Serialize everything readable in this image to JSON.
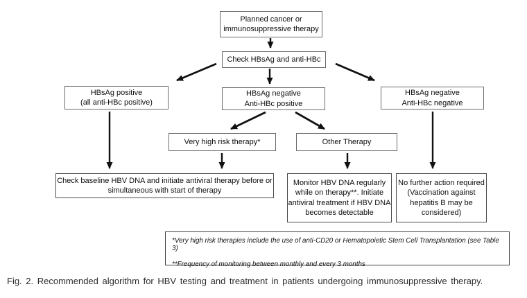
{
  "figure": {
    "caption": "Fig. 2. Recommended algorithm for HBV testing and treatment in patients undergoing immunosuppressive therapy."
  },
  "flowchart": {
    "nodes": {
      "planned": {
        "lines": [
          "Planned cancer or",
          "immunosuppressive therapy"
        ]
      },
      "check": {
        "lines": [
          "Check HBsAg and anti-HBc"
        ]
      },
      "hbsag_pos": {
        "lines": [
          "HBsAg positive",
          "(all anti-HBc positive)"
        ]
      },
      "neg_pos": {
        "lines": [
          "HBsAg negative",
          "Anti-HBc positive"
        ]
      },
      "neg_neg": {
        "lines": [
          "HBsAg negative",
          "Anti-HBc negative"
        ]
      },
      "very_high": {
        "lines": [
          "Very high risk therapy*"
        ]
      },
      "other": {
        "lines": [
          "Other Therapy"
        ]
      },
      "baseline": {
        "lines": [
          "Check baseline HBV DNA and initiate antiviral therapy before or",
          "simultaneous with start of therapy"
        ]
      },
      "monitor": {
        "lines": [
          "Monitor HBV DNA regularly",
          "while on therapy**.  Initiate",
          "antiviral treatment if HBV DNA",
          "becomes detectable"
        ]
      },
      "no_action": {
        "lines": [
          "No further action required",
          "(Vaccination against",
          "hepatitis B may be",
          "considered)"
        ]
      }
    },
    "footnotes": [
      "*Very high risk therapies include the use of anti-CD20 or Hematopoietic Stem Cell Transplantation (see Table 3)",
      "**Frequency of monitoring between monthly and every 3 months"
    ],
    "colors": {
      "box_border": "#6a6a6a",
      "arrow": "#111111",
      "text": "#0d0d0d",
      "background": "#ffffff"
    }
  }
}
